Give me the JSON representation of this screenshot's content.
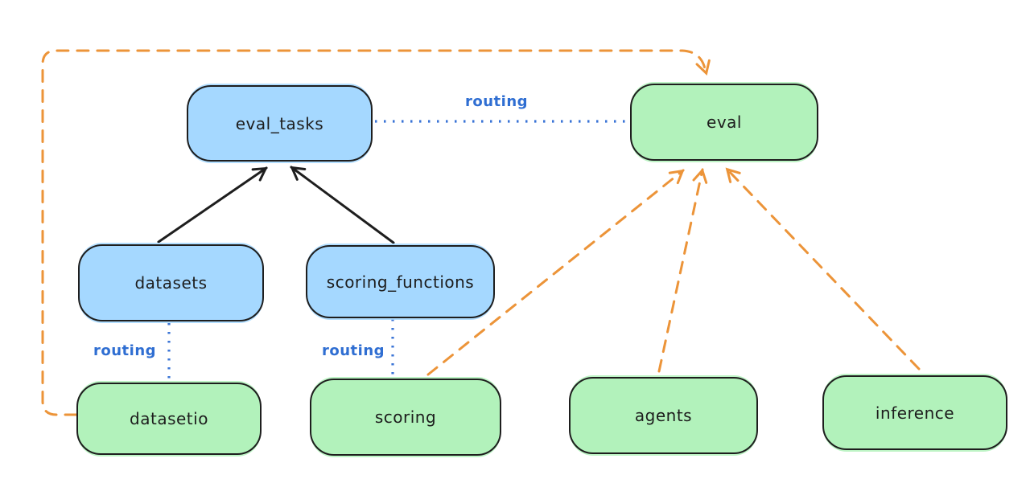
{
  "diagram": {
    "nodes": [
      {
        "id": "eval_tasks",
        "label": "eval_tasks",
        "color": "blue"
      },
      {
        "id": "eval",
        "label": "eval",
        "color": "green"
      },
      {
        "id": "datasets",
        "label": "datasets",
        "color": "blue"
      },
      {
        "id": "scoring_functions",
        "label": "scoring_functions",
        "color": "blue"
      },
      {
        "id": "datasetio",
        "label": "datasetio",
        "color": "green"
      },
      {
        "id": "scoring",
        "label": "scoring",
        "color": "green"
      },
      {
        "id": "agents",
        "label": "agents",
        "color": "green"
      },
      {
        "id": "inference",
        "label": "inference",
        "color": "green"
      }
    ],
    "edges": [
      {
        "from": "datasets",
        "to": "eval_tasks",
        "style": "solid-black-arrow"
      },
      {
        "from": "scoring_functions",
        "to": "eval_tasks",
        "style": "solid-black-arrow"
      },
      {
        "from": "eval_tasks",
        "to": "eval",
        "style": "dotted-blue",
        "label": "routing"
      },
      {
        "from": "datasets",
        "to": "datasetio",
        "style": "dotted-blue",
        "label": "routing"
      },
      {
        "from": "scoring_functions",
        "to": "scoring",
        "style": "dotted-blue",
        "label": "routing"
      },
      {
        "from": "datasetio",
        "to": "eval",
        "style": "dashed-orange-arrow"
      },
      {
        "from": "scoring",
        "to": "eval",
        "style": "dashed-orange-arrow"
      },
      {
        "from": "agents",
        "to": "eval",
        "style": "dashed-orange-arrow"
      },
      {
        "from": "inference",
        "to": "eval",
        "style": "dashed-orange-arrow"
      }
    ],
    "colors": {
      "blue_node_fill": "#a5d8ff",
      "green_node_fill": "#b2f2bb",
      "node_stroke": "#1e1e1e",
      "routing_blue": "#3b74d6",
      "orange_dash": "#ec9439",
      "background": "#ffffff"
    }
  }
}
